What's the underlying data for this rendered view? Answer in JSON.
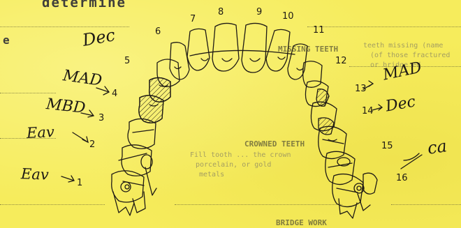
{
  "heading": "determine",
  "left_fragment": "e",
  "form_labels": {
    "missing_teeth": "MISSING TEETH",
    "crowned_teeth": "CROWNED TEETH",
    "bridge_work": "BRIDGE WORK"
  },
  "faint_text": {
    "right_line_1": "teeth missing (name",
    "right_line_2": "(of those fractured",
    "right_line_3": "or bridge ed",
    "mid_line_1": "Fill tooth ... the crown",
    "mid_line_2": "porcelain, or gold",
    "mid_line_3": "metals"
  },
  "tooth_numbers": [
    "5",
    "6",
    "7",
    "8",
    "9",
    "10",
    "11",
    "12",
    "13",
    "14",
    "15",
    "16",
    "4",
    "3",
    "2",
    "1"
  ],
  "annotations": {
    "t5": "Dec",
    "t4": "MAD",
    "t3": "MBD",
    "t2": "Eav",
    "t1": "Eav",
    "t13": "MAD",
    "t14": "Dec",
    "t16": "ca"
  }
}
